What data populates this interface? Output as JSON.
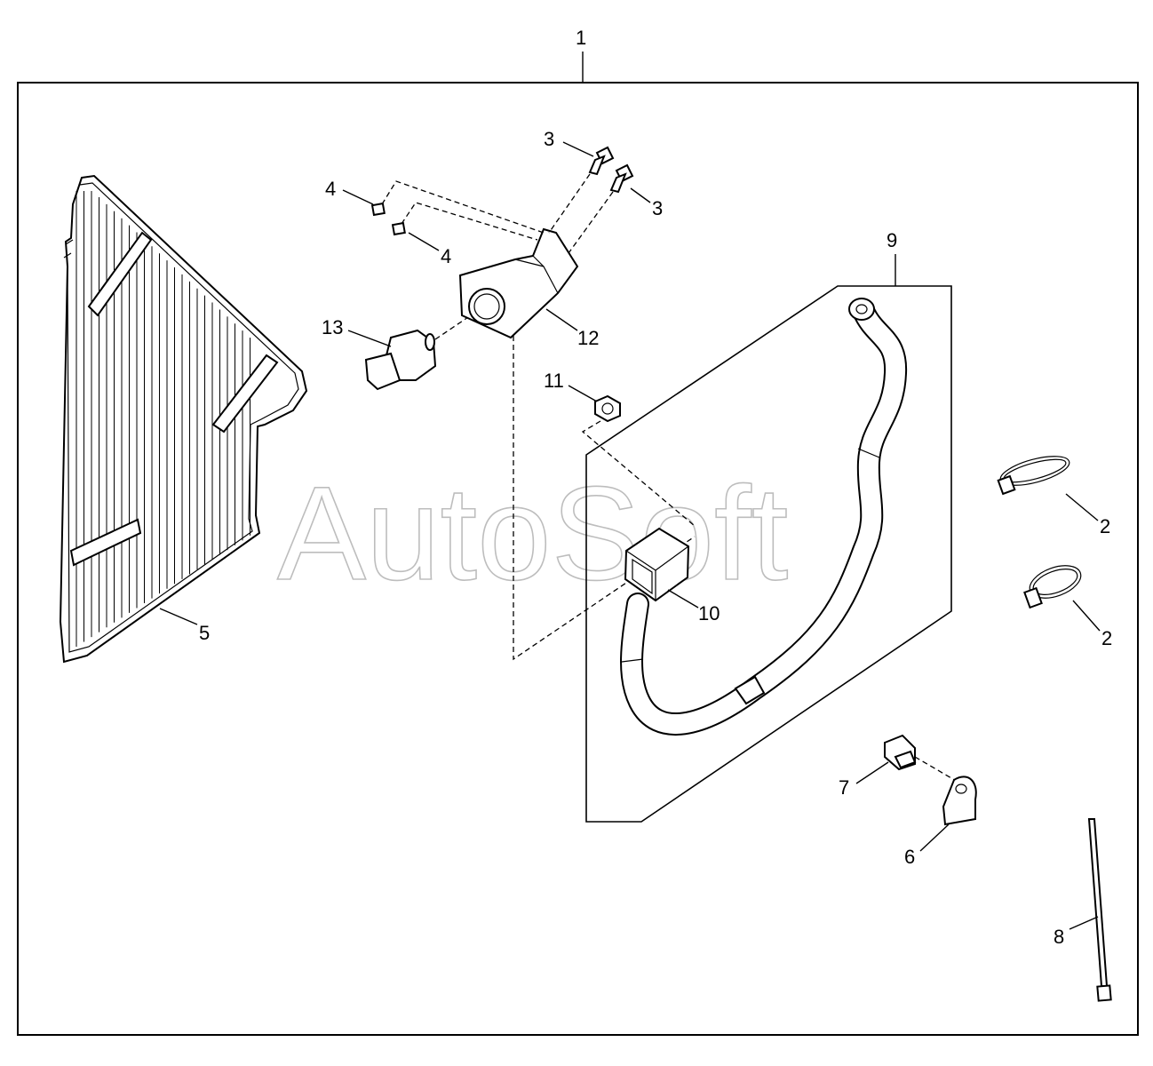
{
  "watermark": "AutoSoft",
  "callouts": {
    "c1": "1",
    "c2a": "2",
    "c2b": "2",
    "c3a": "3",
    "c3b": "3",
    "c4a": "4",
    "c4b": "4",
    "c5": "5",
    "c6": "6",
    "c7": "7",
    "c8": "8",
    "c9": "9",
    "c10": "10",
    "c11": "11",
    "c12": "12",
    "c13": "13"
  }
}
